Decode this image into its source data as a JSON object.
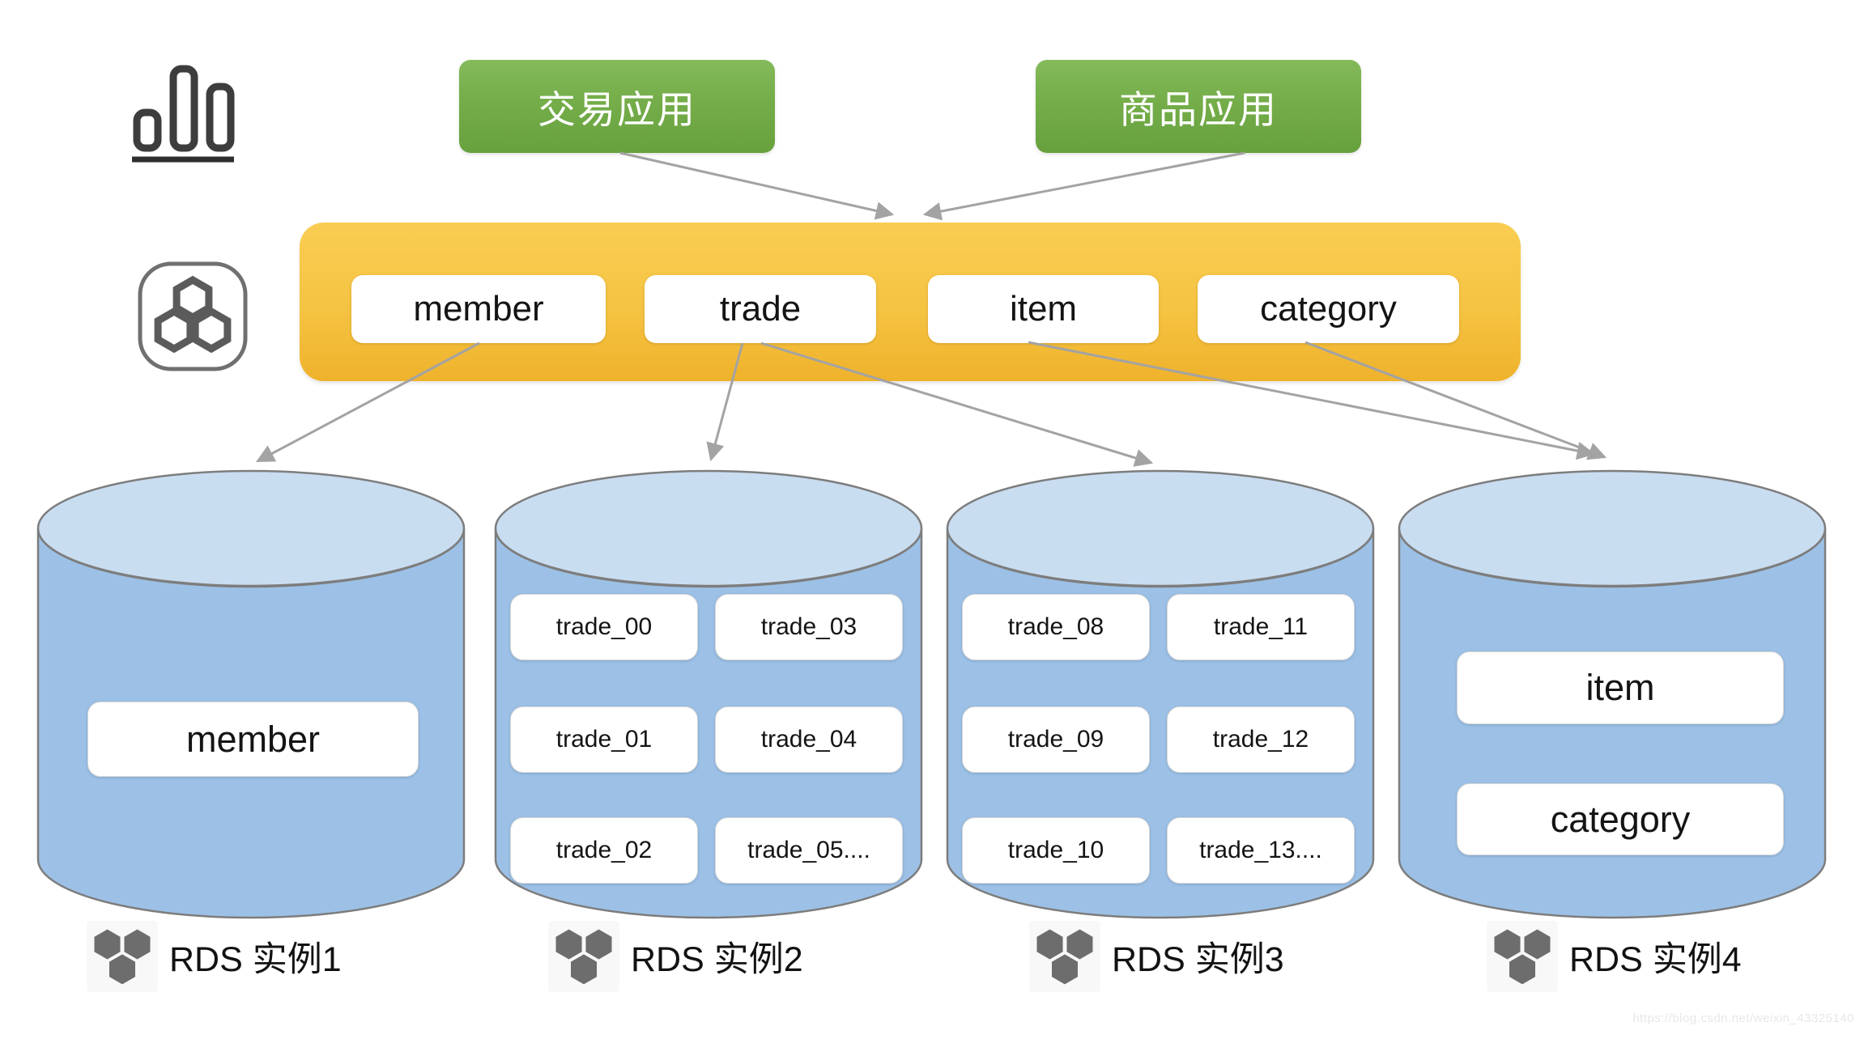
{
  "watermark": "https://blog.csdn.net/weixin_43325140",
  "icons": {
    "top_left": "bar-chart-icon",
    "middleware": "hexagon-cluster-icon",
    "instance": "rds-hexagon-icon"
  },
  "colors": {
    "app_green": "#74ad49",
    "middleware_yellow": "#f5c342",
    "cylinder_body_blue": "#9dc1e6",
    "cylinder_top_blue": "#c9ddf1",
    "arrow_gray": "#a3a3a3",
    "icon_gray": "#6d6d6d"
  },
  "apps": [
    {
      "label": "交易应用"
    },
    {
      "label": "商品应用"
    }
  ],
  "middleware": {
    "tables": [
      {
        "label": "member"
      },
      {
        "label": "trade"
      },
      {
        "label": "item"
      },
      {
        "label": "category"
      }
    ]
  },
  "instances": [
    {
      "name": "RDS 实例1",
      "databases": [
        "member"
      ]
    },
    {
      "name": "RDS 实例2",
      "databases": [
        "trade_00",
        "trade_03",
        "trade_01",
        "trade_04",
        "trade_02",
        "trade_05...."
      ]
    },
    {
      "name": "RDS 实例3",
      "databases": [
        "trade_08",
        "trade_11",
        "trade_09",
        "trade_12",
        "trade_10",
        "trade_13...."
      ]
    },
    {
      "name": "RDS 实例4",
      "databases": [
        "item",
        "category"
      ]
    }
  ],
  "connections": {
    "app_to_middleware": [
      "交易应用 → middleware",
      "商品应用 → middleware"
    ],
    "table_to_instance": [
      "member → RDS 实例1",
      "trade → RDS 实例2",
      "trade → RDS 实例3",
      "item → RDS 实例4",
      "category → RDS 实例4"
    ]
  }
}
